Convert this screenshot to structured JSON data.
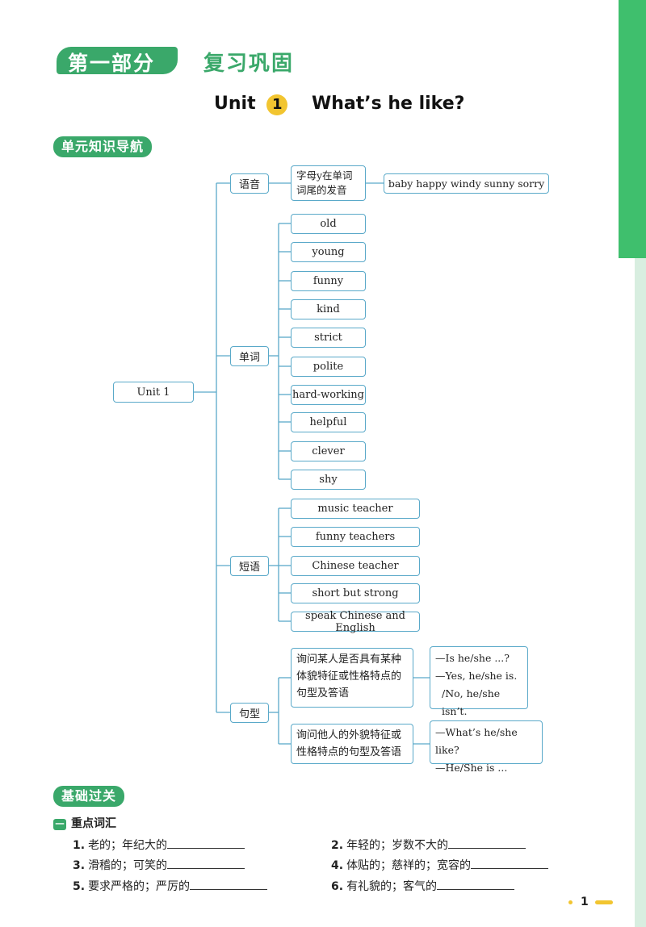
{
  "header": {
    "part_label": "第一部分",
    "part_title": "复习巩固",
    "unit_prefix": "Unit",
    "unit_number": "1",
    "unit_title": "What’s he like?"
  },
  "section_nav": "单元知识导航",
  "mindmap": {
    "root": "Unit 1",
    "phonics": {
      "label": "语音",
      "rule": "字母y在单词词尾的发音",
      "examples": "baby happy windy sunny sorry"
    },
    "words": {
      "label": "单词",
      "items": [
        "old",
        "young",
        "funny",
        "kind",
        "strict",
        "polite",
        "hard-working",
        "helpful",
        "clever",
        "shy"
      ]
    },
    "phrases": {
      "label": "短语",
      "items": [
        "music teacher",
        "funny teachers",
        "Chinese teacher",
        "short but strong",
        "speak Chinese and English"
      ]
    },
    "sentences": {
      "label": "句型",
      "pattern1": "询问某人是否具有某种体貌特征或性格特点的句型及答语",
      "example1": [
        "—Is he/she ...?",
        "—Yes, he/she is.",
        "/No, he/she isn’t."
      ],
      "pattern2": "询问他人的外貌特征或性格特点的句型及答语",
      "example2": [
        "—What’s he/she like?",
        "—He/She is ..."
      ]
    }
  },
  "exercise": {
    "section": "基础过关",
    "sub_mark": "一",
    "sub_title": "重点词汇",
    "items": [
      {
        "n": "1.",
        "text": "老的；年纪大的"
      },
      {
        "n": "2.",
        "text": "年轻的；岁数不大的"
      },
      {
        "n": "3.",
        "text": "滑稽的；可笑的"
      },
      {
        "n": "4.",
        "text": "体贴的；慈祥的；宽容的"
      },
      {
        "n": "5.",
        "text": "要求严格的；严厉的"
      },
      {
        "n": "6.",
        "text": "有礼貌的；客气的"
      }
    ]
  },
  "page_number": "1",
  "colors": {
    "accent": "#3aa86a",
    "box_border": "#5aa9c9",
    "yellow": "#f2c530"
  }
}
